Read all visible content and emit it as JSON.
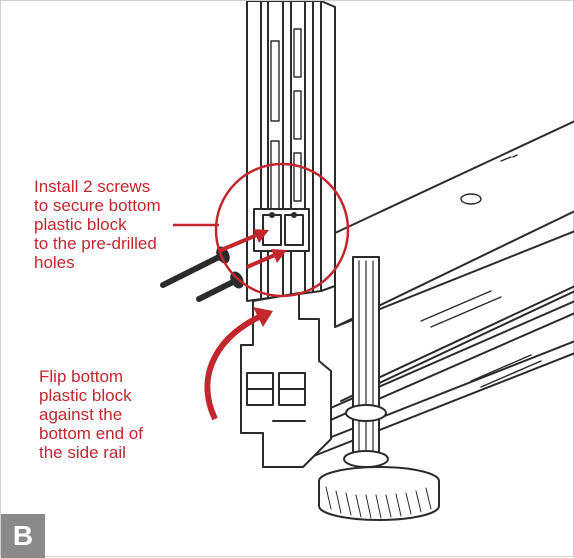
{
  "colors": {
    "annotation": "#c1272d",
    "badge_background": "#8a8a8a",
    "badge_text": "#ffffff",
    "line_art": "#2b2b2b"
  },
  "callouts": {
    "install_screws": "Install 2 screws\nto secure bottom\nplastic block\nto the pre-drilled\nholes",
    "flip_block": "Flip bottom\nplastic block\nagainst the\nbottom end of\nthe side rail"
  },
  "step_label": "B",
  "icons": [
    "screw-icon",
    "curved-arrow-icon",
    "straight-arrow-icon"
  ]
}
